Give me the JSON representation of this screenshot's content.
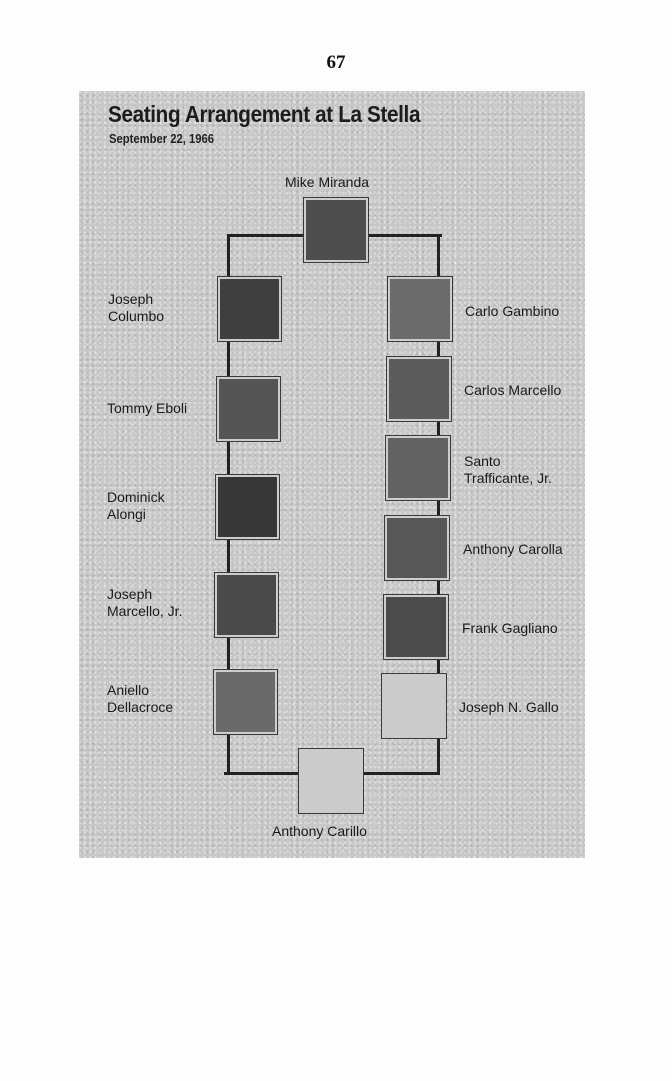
{
  "page_number": "67",
  "title": "Seating Arrangement at La Stella",
  "subtitle": "September 22, 1966",
  "seats": {
    "head": {
      "name": "Mike Miranda",
      "icon": "portrait-photo"
    },
    "left": [
      {
        "name_lines": [
          "Joseph",
          "Columbo"
        ],
        "icon": "portrait-photo"
      },
      {
        "name_lines": [
          "Tommy Eboli"
        ],
        "icon": "portrait-photo"
      },
      {
        "name_lines": [
          "Dominick",
          "Alongi"
        ],
        "icon": "portrait-photo"
      },
      {
        "name_lines": [
          "Joseph",
          "Marcello, Jr."
        ],
        "icon": "portrait-photo"
      },
      {
        "name_lines": [
          "Aniello",
          "Dellacroce"
        ],
        "icon": "portrait-photo"
      }
    ],
    "right": [
      {
        "name_lines": [
          "Carlo Gambino"
        ],
        "icon": "portrait-photo"
      },
      {
        "name_lines": [
          "Carlos Marcello"
        ],
        "icon": "portrait-photo"
      },
      {
        "name_lines": [
          "Santo",
          "Trafficante, Jr."
        ],
        "icon": "portrait-photo"
      },
      {
        "name_lines": [
          "Anthony Carolla"
        ],
        "icon": "portrait-photo"
      },
      {
        "name_lines": [
          "Frank Gagliano"
        ],
        "icon": "portrait-photo"
      },
      {
        "name_lines": [
          "Joseph N. Gallo"
        ],
        "icon": "empty-frame"
      }
    ],
    "foot": {
      "name": "Anthony Carillo",
      "icon": "empty-frame"
    }
  }
}
